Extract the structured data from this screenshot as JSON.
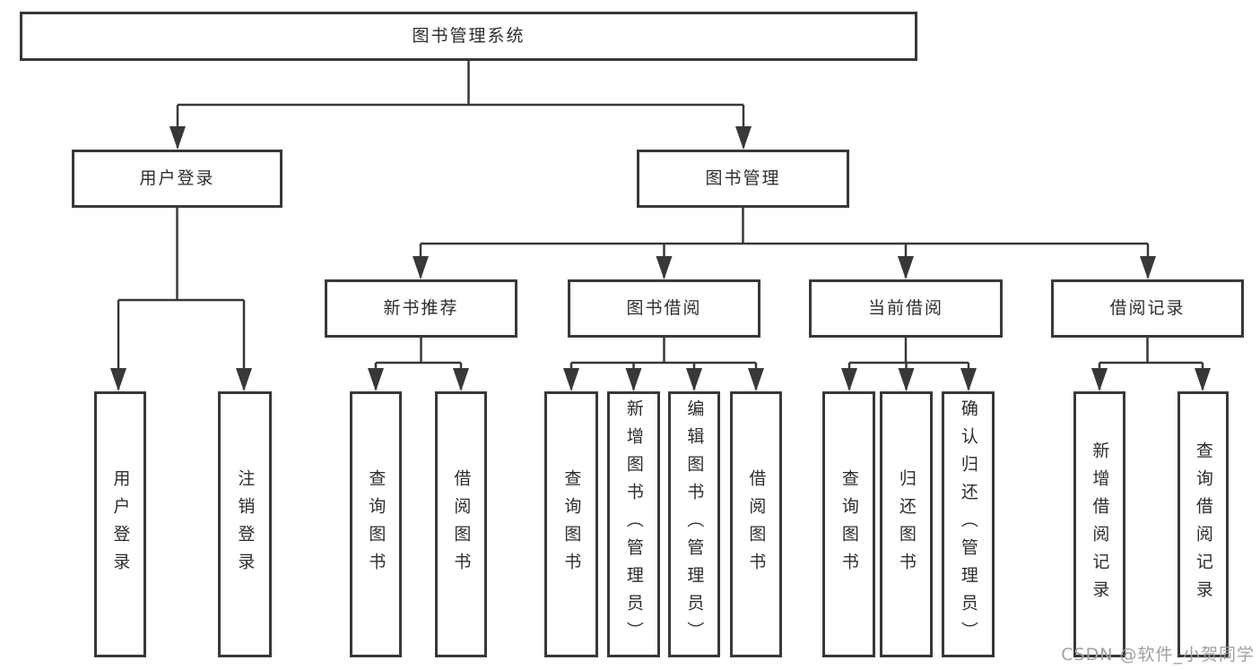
{
  "diagram": {
    "title_note": "library management system function structure diagram",
    "colors": {
      "line": "#383838",
      "box_border": "#383838",
      "text": "#2d2d2d",
      "background": "#ffffff",
      "watermark": "#a0a0a0"
    },
    "tree": {
      "label": "图书管理系统",
      "children": [
        {
          "label": "用户登录",
          "children": [
            {
              "label": "用户登录"
            },
            {
              "label": "注销登录"
            }
          ]
        },
        {
          "label": "图书管理",
          "children": [
            {
              "label": "新书推荐",
              "children": [
                {
                  "label": "查询图书"
                },
                {
                  "label": "借阅图书"
                }
              ]
            },
            {
              "label": "图书借阅",
              "children": [
                {
                  "label": "查询图书"
                },
                {
                  "label": "新增图书（管理员）"
                },
                {
                  "label": "编辑图书（管理员）"
                },
                {
                  "label": "借阅图书"
                }
              ]
            },
            {
              "label": "当前借阅",
              "children": [
                {
                  "label": "查询图书"
                },
                {
                  "label": "归还图书"
                },
                {
                  "label": "确认归还（管理员）"
                }
              ]
            },
            {
              "label": "借阅记录",
              "children": [
                {
                  "label": "新增借阅记录"
                },
                {
                  "label": "查询借阅记录"
                }
              ]
            }
          ]
        }
      ]
    },
    "watermark": {
      "text": "CSDN @软件_小贺同学"
    }
  }
}
